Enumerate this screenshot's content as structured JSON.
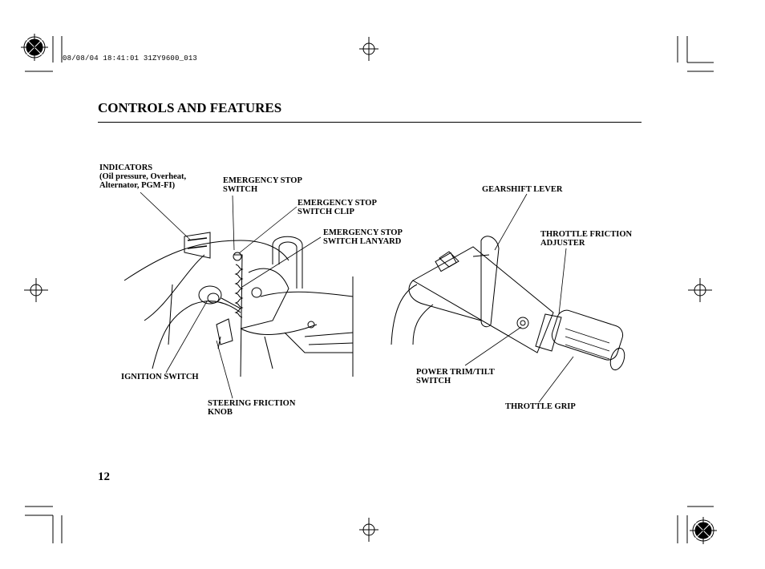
{
  "print_stamp": "08/08/04 18:41:01 31ZY9600_013",
  "section_title": "CONTROLS AND FEATURES",
  "page_number": "12",
  "callouts": {
    "indicators": [
      "INDICATORS",
      "(Oil pressure, Overheat,",
      "Alternator, PGM-FI)"
    ],
    "emergency_stop_switch": [
      "EMERGENCY STOP",
      "SWITCH"
    ],
    "emergency_stop_switch_clip": [
      "EMERGENCY STOP",
      "SWITCH CLIP"
    ],
    "emergency_stop_switch_lanyard": [
      "EMERGENCY STOP",
      "SWITCH LANYARD"
    ],
    "ignition_switch": [
      "IGNITION SWITCH"
    ],
    "steering_friction_knob": [
      "STEERING FRICTION",
      "KNOB"
    ],
    "gearshift_lever": [
      "GEARSHIFT LEVER"
    ],
    "throttle_friction_adjuster": [
      "THROTTLE FRICTION",
      "ADJUSTER"
    ],
    "power_trim_tilt_switch": [
      "POWER TRIM/TILT",
      "SWITCH"
    ],
    "throttle_grip": [
      "THROTTLE GRIP"
    ]
  }
}
